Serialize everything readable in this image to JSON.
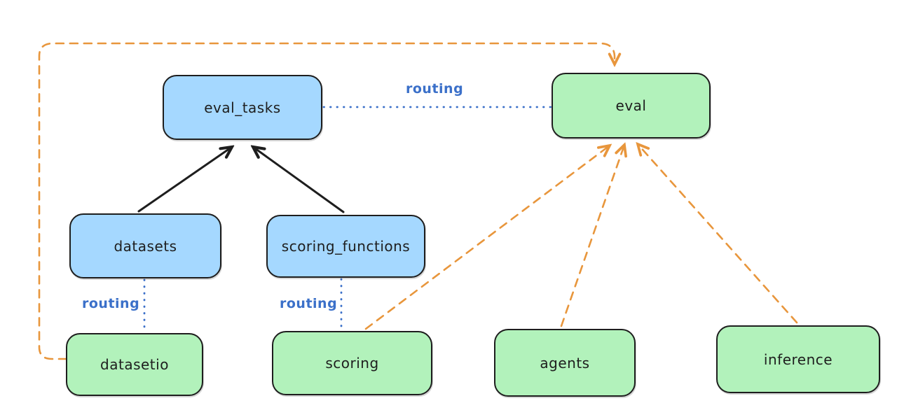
{
  "nodes": {
    "eval_tasks": {
      "label": "eval_tasks",
      "fill": "#a5d8ff"
    },
    "eval": {
      "label": "eval",
      "fill": "#b2f2bb"
    },
    "datasets": {
      "label": "datasets",
      "fill": "#a5d8ff"
    },
    "scoring_functions": {
      "label": "scoring_functions",
      "fill": "#a5d8ff"
    },
    "datasetio": {
      "label": "datasetio",
      "fill": "#b2f2bb"
    },
    "scoring": {
      "label": "scoring",
      "fill": "#b2f2bb"
    },
    "agents": {
      "label": "agents",
      "fill": "#b2f2bb"
    },
    "inference": {
      "label": "inference",
      "fill": "#b2f2bb"
    }
  },
  "edge_labels": {
    "eval_tasks_eval": "routing",
    "datasets_datasetio": "routing",
    "scoring_functions_scoring": "routing"
  },
  "edges": [
    {
      "from": "eval_tasks",
      "to": "eval",
      "style": "dotted-blue",
      "label": "routing"
    },
    {
      "from": "datasets",
      "to": "eval_tasks",
      "style": "solid-black-arrow",
      "label": ""
    },
    {
      "from": "scoring_functions",
      "to": "eval_tasks",
      "style": "solid-black-arrow",
      "label": ""
    },
    {
      "from": "datasets",
      "to": "datasetio",
      "style": "dotted-blue",
      "label": "routing"
    },
    {
      "from": "scoring_functions",
      "to": "scoring",
      "style": "dotted-blue",
      "label": "routing"
    },
    {
      "from": "datasetio",
      "to": "eval",
      "style": "dashed-orange-arrow",
      "label": ""
    },
    {
      "from": "scoring",
      "to": "eval",
      "style": "dashed-orange-arrow",
      "label": ""
    },
    {
      "from": "agents",
      "to": "eval",
      "style": "dashed-orange-arrow",
      "label": ""
    },
    {
      "from": "inference",
      "to": "eval",
      "style": "dashed-orange-arrow",
      "label": ""
    }
  ],
  "colors": {
    "node_stroke": "#1e1e1e",
    "blue_fill": "#a5d8ff",
    "green_fill": "#b2f2bb",
    "blue_line": "#3b70c9",
    "orange_line": "#e8963c",
    "background": "#ffffff"
  }
}
